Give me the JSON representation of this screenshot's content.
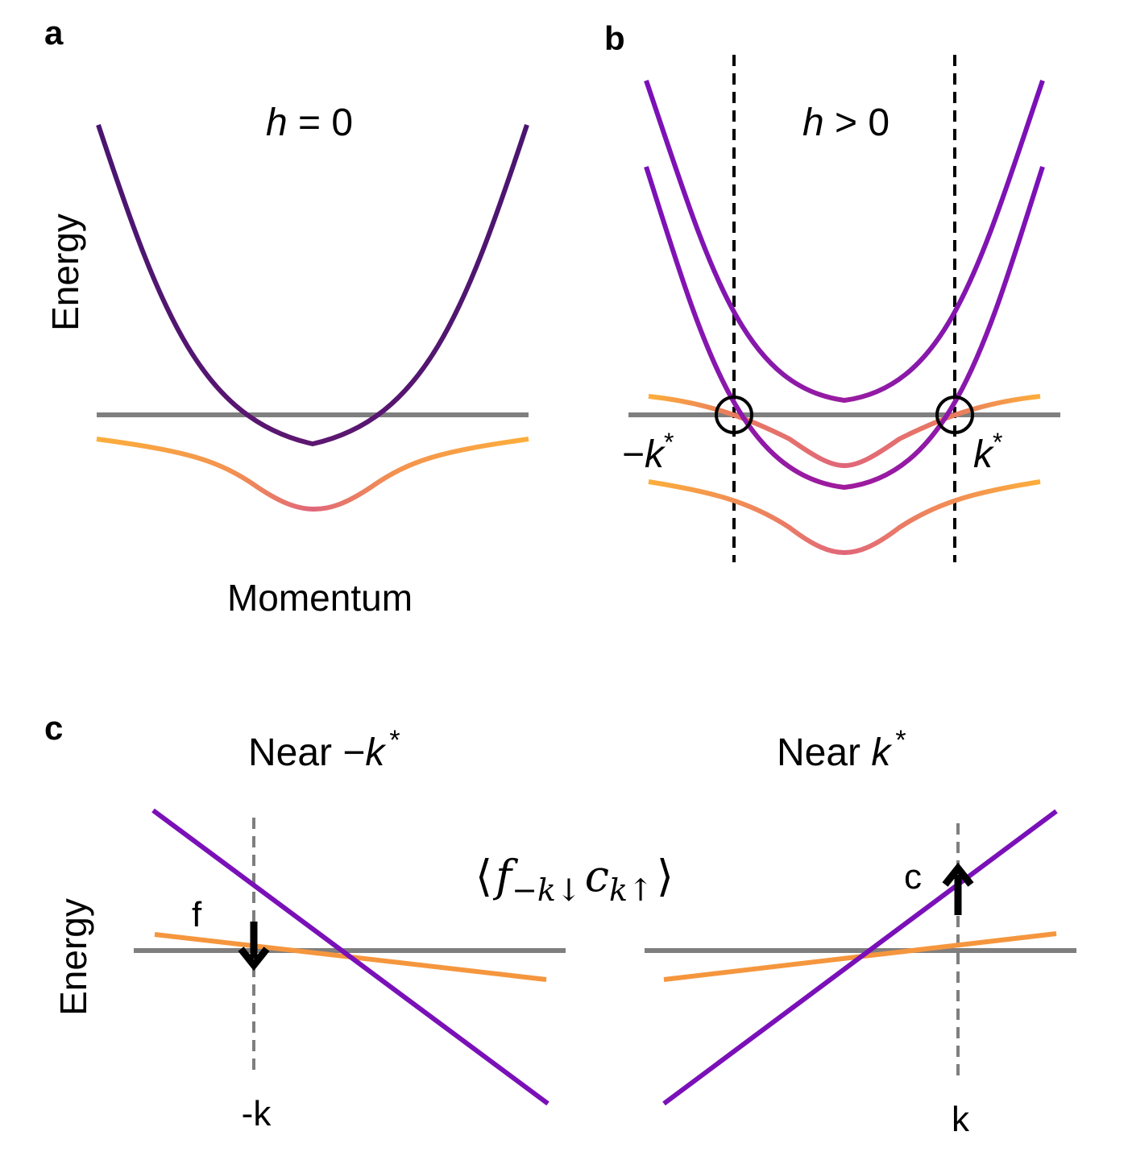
{
  "panels": {
    "a": {
      "letter": "a",
      "title_var": "h",
      "title_rest": " = 0",
      "ylabel": "Energy",
      "xlabel": "Momentum"
    },
    "b": {
      "letter": "b",
      "title_var": "h",
      "title_rest": " > 0",
      "left_k_minus": "−",
      "left_k_var": "k",
      "left_k_sup": "*",
      "right_k_var": "k",
      "right_k_sup": "*"
    },
    "c": {
      "letter": "c",
      "left_title_text": "Near ",
      "left_title_minus": "−",
      "left_title_var": "k",
      "left_title_sup": "*",
      "right_title_text": "Near ",
      "right_title_var": "k",
      "right_title_sup": "*",
      "ylabel": "Energy",
      "label_f": "f",
      "label_c": "c",
      "tick_left": "-k",
      "tick_right": "k",
      "correlator_open": "⟨",
      "correlator_f": "f",
      "correlator_f_sub": "−k↓",
      "correlator_c": "c",
      "correlator_c_sub": "k↑",
      "correlator_close": "⟩"
    }
  },
  "colors": {
    "heavy_band": "#fcae3b",
    "heavy_band_mid": "#e0667a",
    "light_band": "#7a10b8",
    "light_band_dark": "#3d0f5e",
    "fermi_line": "#7f7f7f",
    "guide": "#000000"
  }
}
